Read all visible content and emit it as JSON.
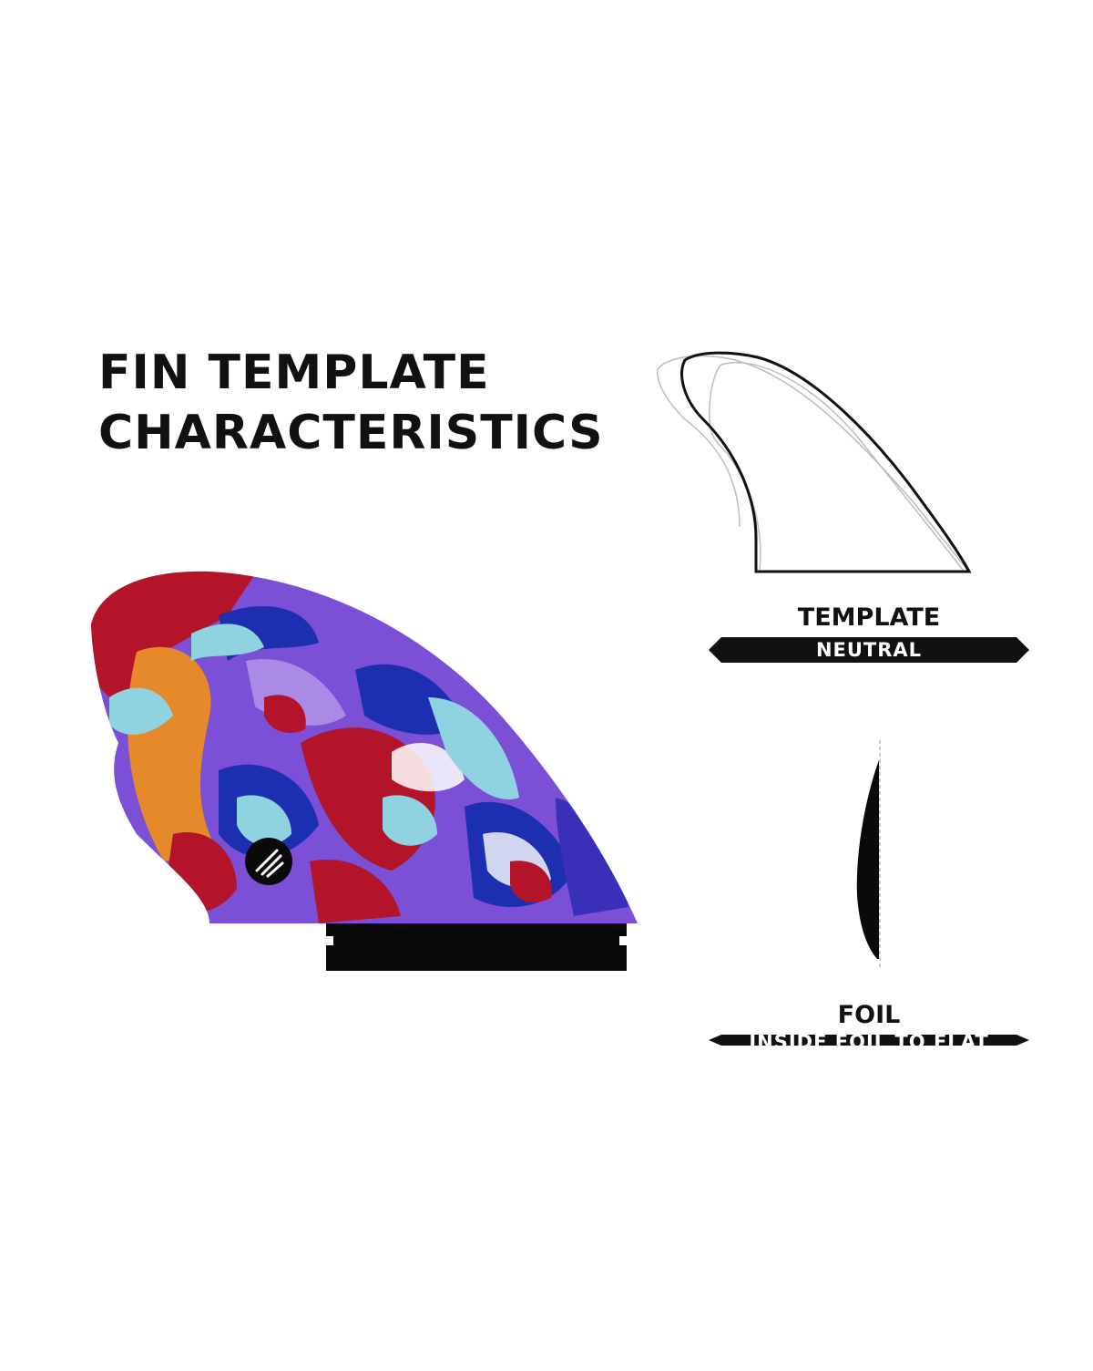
{
  "heading": {
    "line1": "FIN TEMPLATE",
    "line2": "CHARACTERISTICS"
  },
  "template_section": {
    "title": "TEMPLATE",
    "value": "NEUTRAL"
  },
  "foil_section": {
    "title": "FOIL",
    "value": "INSIDE FOIL TO FLAT"
  },
  "icons": {
    "fin_artwork": "painted-keel-fin-illustration",
    "brand_logo": "firewire-logo-icon",
    "template_outline": "fin-template-outline-icon",
    "foil_profile": "fin-foil-profile-icon"
  },
  "colors": {
    "text": "#111111",
    "badge_bg": "#111111",
    "badge_text": "#ffffff",
    "art_purple": "#7b4fd6",
    "art_blue": "#1c2fb0",
    "art_red": "#b3142a",
    "art_orange": "#e58a2a",
    "art_light_blue": "#8fd3e0"
  }
}
